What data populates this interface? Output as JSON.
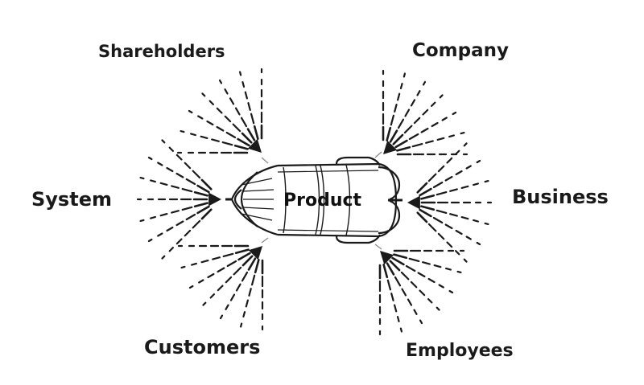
{
  "diagram": {
    "center": {
      "label": "Product",
      "shape": "rocket-capsule"
    },
    "stakeholders": [
      {
        "id": "shareholders",
        "label": "Shareholders",
        "direction": "top-left"
      },
      {
        "id": "company",
        "label": "Company",
        "direction": "top-right"
      },
      {
        "id": "system",
        "label": "System",
        "direction": "left"
      },
      {
        "id": "business",
        "label": "Business",
        "direction": "right"
      },
      {
        "id": "customers",
        "label": "Customers",
        "direction": "bottom-left"
      },
      {
        "id": "employees",
        "label": "Employees",
        "direction": "bottom-right"
      }
    ],
    "colors": {
      "ink": "#1a1a1a",
      "background": "#ffffff"
    }
  }
}
